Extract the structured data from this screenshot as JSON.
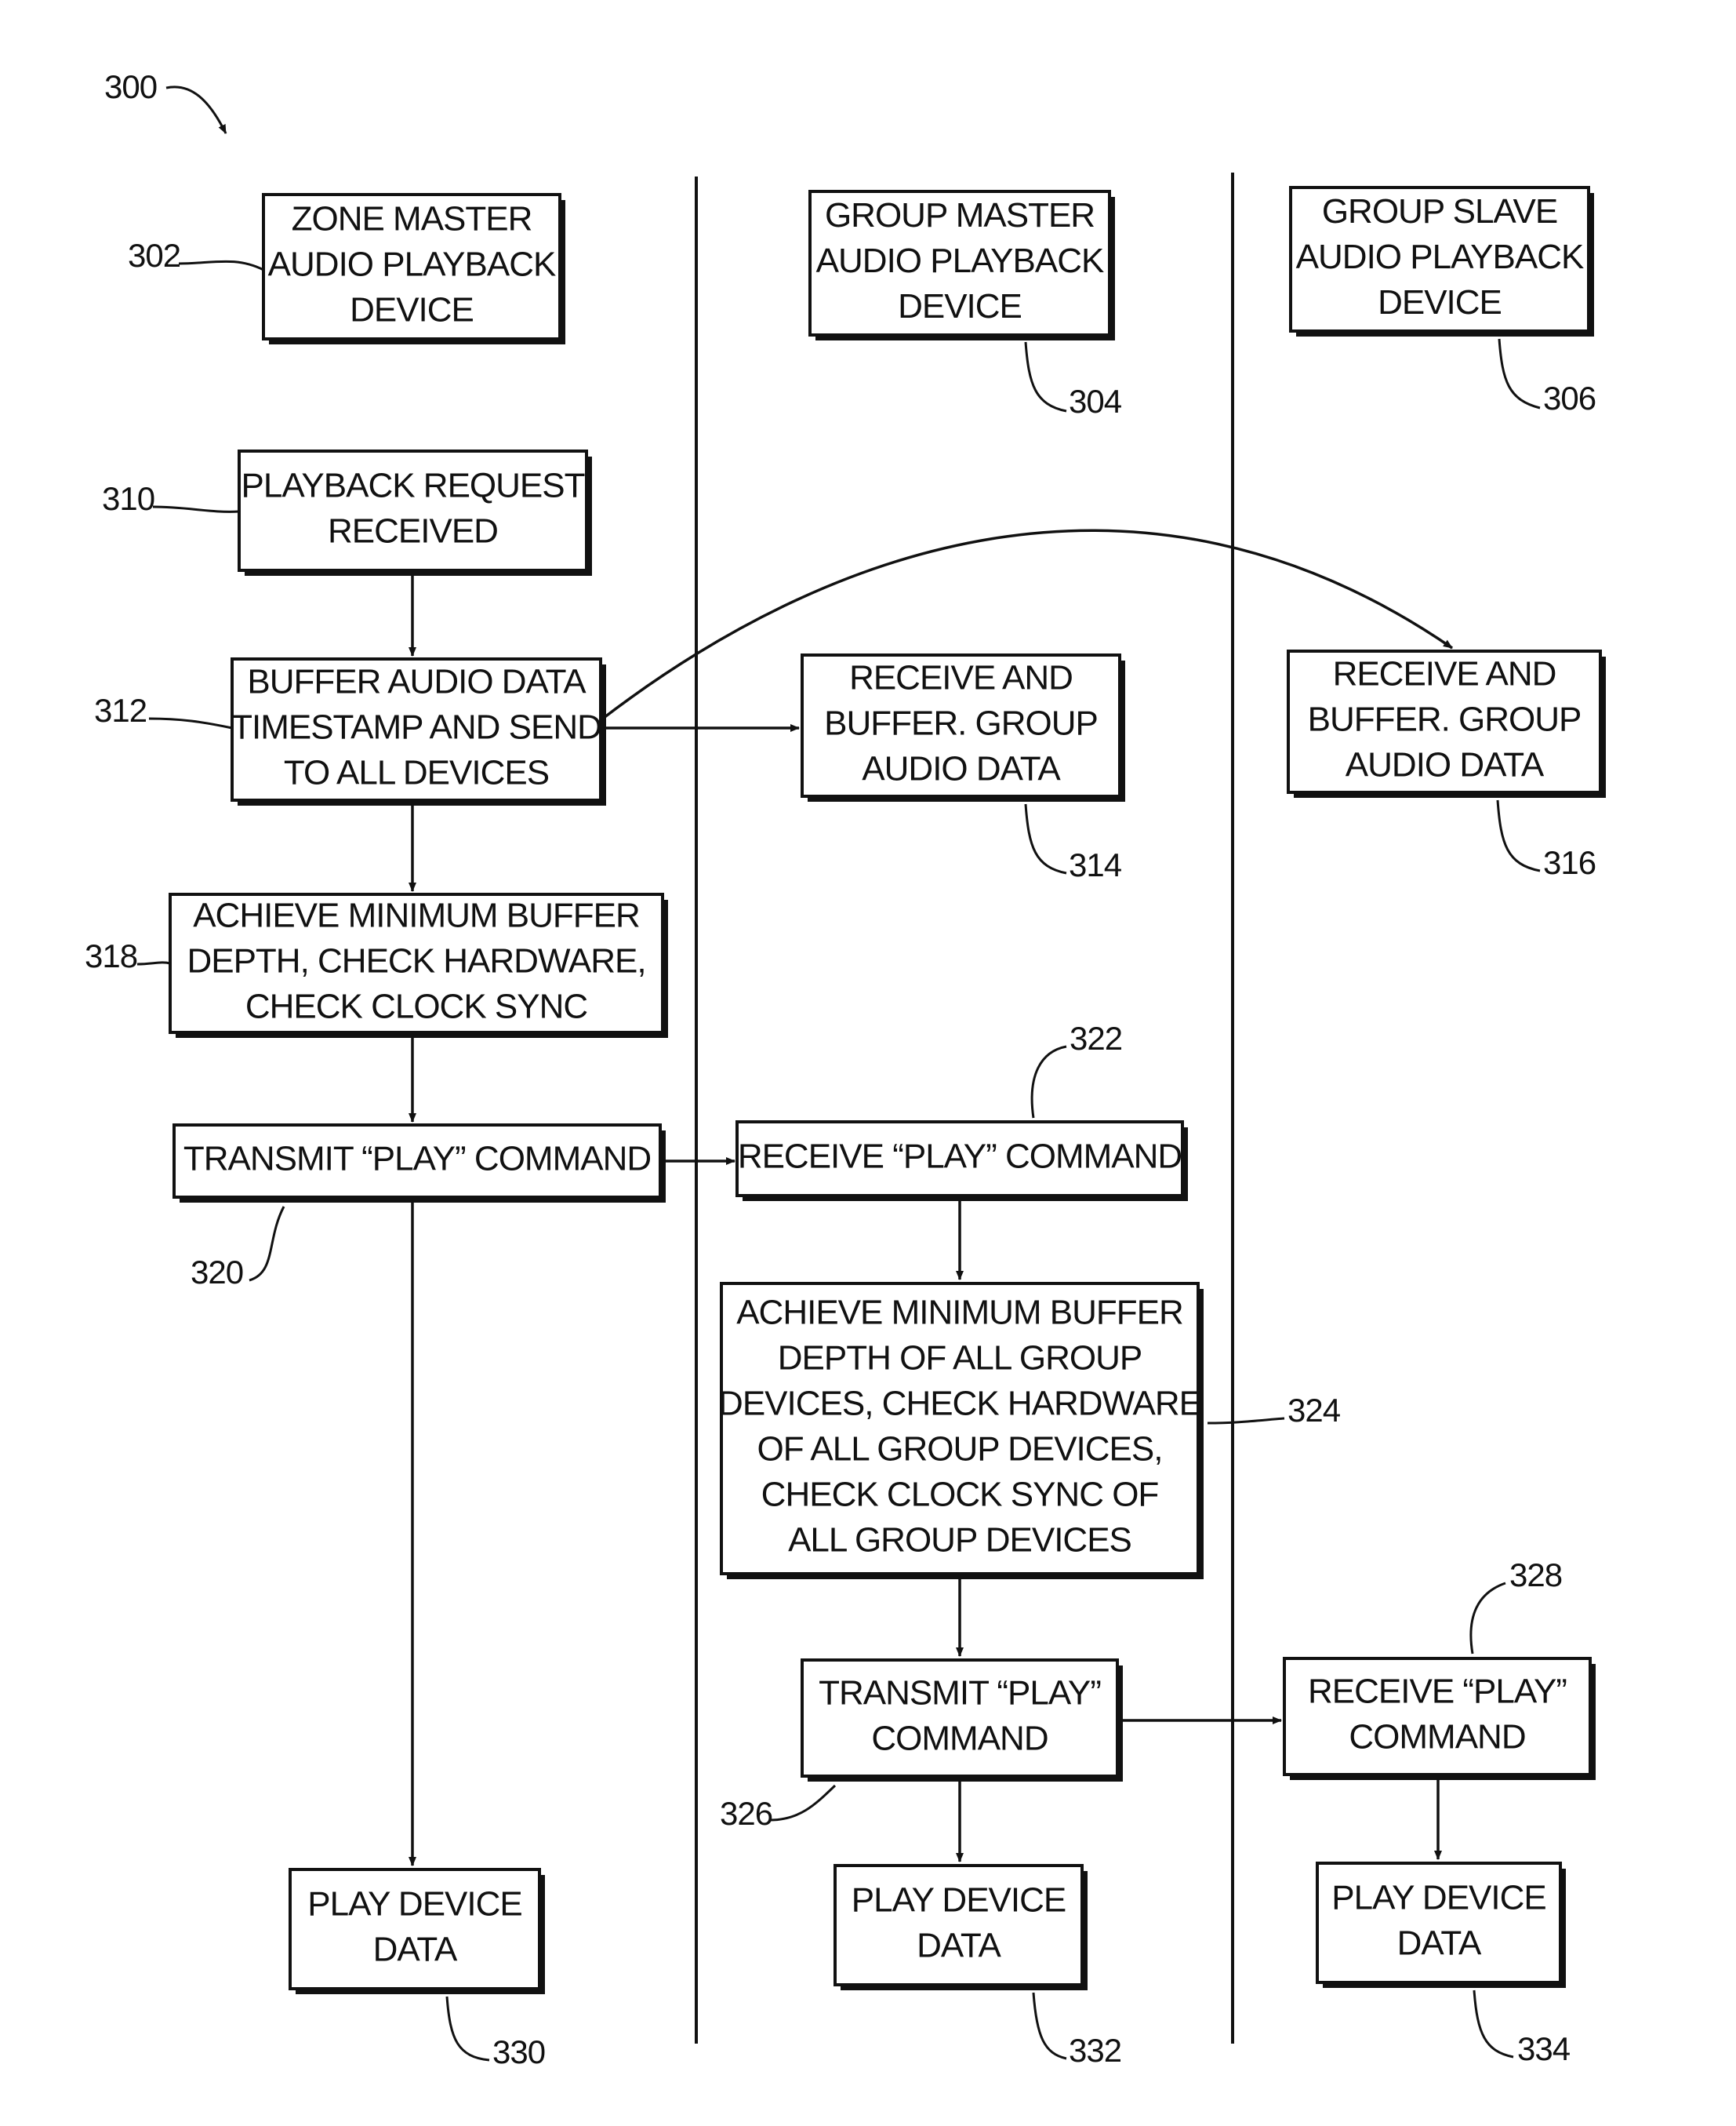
{
  "figure_ref": "300",
  "boxes": {
    "b302": {
      "ref": "302",
      "lines": [
        "ZONE MASTER",
        "AUDIO PLAYBACK",
        "DEVICE"
      ]
    },
    "b304": {
      "ref": "304",
      "lines": [
        "GROUP MASTER",
        "AUDIO PLAYBACK",
        "DEVICE"
      ]
    },
    "b306": {
      "ref": "306",
      "lines": [
        "GROUP SLAVE",
        "AUDIO PLAYBACK",
        "DEVICE"
      ]
    },
    "b310": {
      "ref": "310",
      "lines": [
        "PLAYBACK REQUEST",
        "RECEIVED"
      ]
    },
    "b312": {
      "ref": "312",
      "lines": [
        "BUFFER AUDIO DATA",
        "TIMESTAMP AND SEND",
        "TO ALL DEVICES"
      ]
    },
    "b314": {
      "ref": "314",
      "lines": [
        "RECEIVE AND",
        "BUFFER. GROUP",
        "AUDIO DATA"
      ]
    },
    "b316": {
      "ref": "316",
      "lines": [
        "RECEIVE AND",
        "BUFFER. GROUP",
        "AUDIO DATA"
      ]
    },
    "b318": {
      "ref": "318",
      "lines": [
        "ACHIEVE MINIMUM BUFFER",
        "DEPTH, CHECK HARDWARE,",
        "CHECK CLOCK SYNC"
      ]
    },
    "b320": {
      "ref": "320",
      "lines": [
        "TRANSMIT “PLAY” COMMAND"
      ]
    },
    "b322": {
      "ref": "322",
      "lines": [
        "RECEIVE “PLAY” COMMAND"
      ]
    },
    "b324": {
      "ref": "324",
      "lines": [
        "ACHIEVE MINIMUM BUFFER",
        "DEPTH OF ALL GROUP",
        "DEVICES, CHECK HARDWARE",
        "OF ALL GROUP DEVICES,",
        "CHECK CLOCK SYNC OF",
        "ALL GROUP DEVICES"
      ]
    },
    "b326": {
      "ref": "326",
      "lines": [
        "TRANSMIT “PLAY”",
        "COMMAND"
      ]
    },
    "b328": {
      "ref": "328",
      "lines": [
        "RECEIVE “PLAY”",
        "COMMAND"
      ]
    },
    "b330": {
      "ref": "330",
      "lines": [
        "PLAY DEVICE",
        "DATA"
      ]
    },
    "b332": {
      "ref": "332",
      "lines": [
        "PLAY DEVICE",
        "DATA"
      ]
    },
    "b334": {
      "ref": "334",
      "lines": [
        "PLAY DEVICE",
        "DATA"
      ]
    }
  }
}
